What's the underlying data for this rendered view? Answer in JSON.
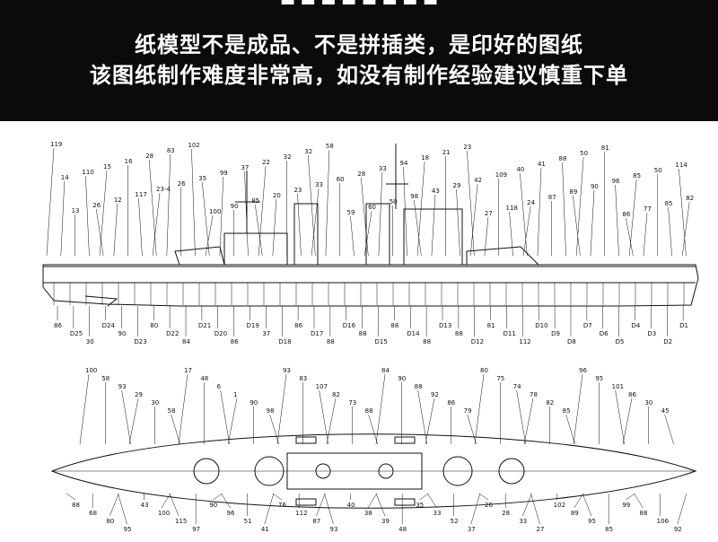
{
  "banner": {
    "line1": "纸模型不是成品、不是拼插类，是印好的图纸",
    "line2": "该图纸制作难度非常高，如没有制作经验建议慎重下单"
  },
  "profile_labels": {
    "top": [
      "119",
      "14",
      "13",
      "110",
      "26",
      "15",
      "12",
      "16",
      "117",
      "28",
      "23-4",
      "83",
      "26",
      "102",
      "35",
      "100",
      "99",
      "90",
      "37",
      "85",
      "22",
      "20",
      "32",
      "23",
      "32",
      "33",
      "58",
      "60",
      "59",
      "28",
      "60",
      "33",
      "50",
      "94",
      "98",
      "18",
      "43",
      "21",
      "29",
      "23",
      "42",
      "27",
      "109",
      "118",
      "40",
      "24",
      "41",
      "87",
      "88",
      "89",
      "50",
      "90",
      "81",
      "96",
      "86",
      "85",
      "77",
      "50",
      "85",
      "114",
      "82"
    ],
    "bottom": [
      "86",
      "D25",
      "30",
      "D24",
      "90",
      "D23",
      "80",
      "D22",
      "84",
      "D21",
      "D20",
      "86",
      "D19",
      "37",
      "D18",
      "86",
      "D17",
      "88",
      "D16",
      "88",
      "D15",
      "88",
      "D14",
      "88",
      "D13",
      "88",
      "D12",
      "81",
      "D11",
      "112",
      "D10",
      "D9",
      "D8",
      "D7",
      "D6",
      "D5",
      "D4",
      "D3",
      "D2",
      "D1"
    ]
  },
  "plan_labels": [
    "100",
    "58",
    "93",
    "29",
    "30",
    "58",
    "17",
    "48",
    "6",
    "1",
    "90",
    "98",
    "93",
    "83",
    "107",
    "82",
    "73",
    "88",
    "84",
    "90",
    "88",
    "92",
    "86",
    "79",
    "80",
    "75",
    "74",
    "78",
    "82",
    "85",
    "96",
    "95",
    "101",
    "86",
    "30",
    "45",
    "88",
    "68",
    "80",
    "95",
    "43",
    "100",
    "115",
    "97",
    "90",
    "96",
    "51",
    "41",
    "76",
    "112",
    "87",
    "93",
    "40",
    "38",
    "39",
    "48",
    "35",
    "33",
    "52",
    "37",
    "26",
    "28",
    "33",
    "27",
    "102",
    "89",
    "95",
    "85",
    "99",
    "88",
    "106",
    "92"
  ]
}
